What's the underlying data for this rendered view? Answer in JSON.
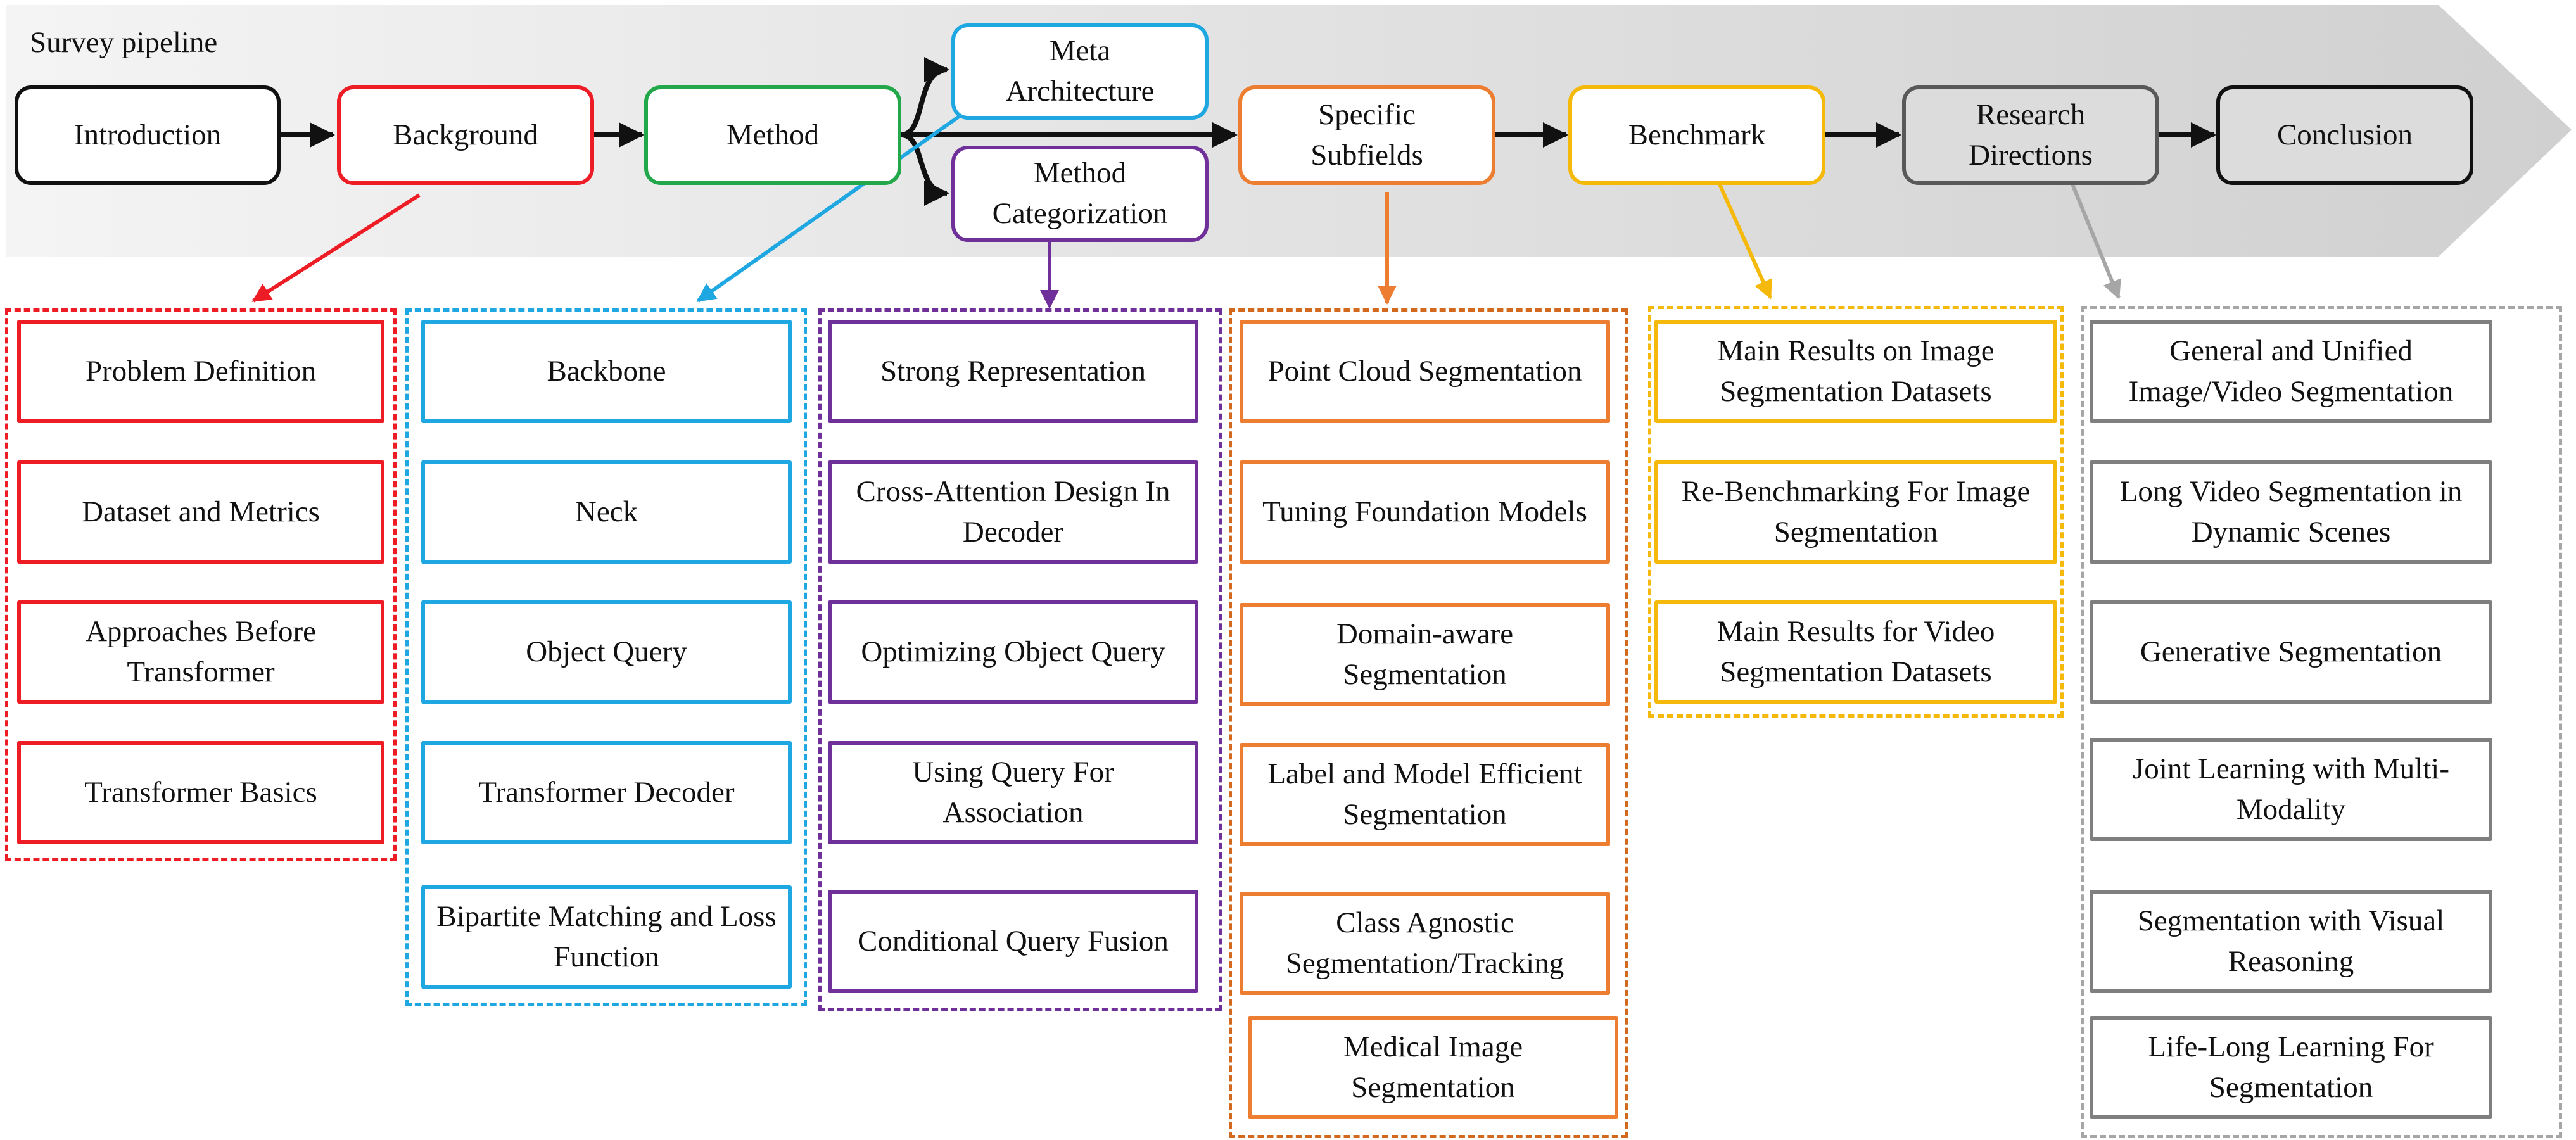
{
  "title": "Survey pipeline",
  "colors": {
    "black": "#111111",
    "red": "#ee1c25",
    "blue": "#1ea7e1",
    "green": "#22a84a",
    "purple": "#6f3199",
    "orange": "#ed7d31",
    "yellow": "#f5b90b",
    "grey": "#7f7f7f",
    "light_grey": "#a6a6a6"
  },
  "pipeline": {
    "introduction": "Introduction",
    "background": "Background",
    "method": "Method",
    "meta_architecture": "Meta Architecture",
    "method_categorization": "Method Categorization",
    "specific_subfields": "Specific Subfields",
    "benchmark": "Benchmark",
    "research_directions": "Research Directions",
    "conclusion": "Conclusion"
  },
  "groups": {
    "background": [
      "Problem Definition",
      "Dataset and Metrics",
      "Approaches Before Transformer",
      "Transformer Basics"
    ],
    "meta_architecture": [
      "Backbone",
      "Neck",
      "Object Query",
      "Transformer Decoder",
      "Bipartite Matching and Loss Function"
    ],
    "method_categorization": [
      "Strong Representation",
      "Cross-Attention Design In Decoder",
      "Optimizing Object Query",
      "Using Query For Association",
      "Conditional Query Fusion"
    ],
    "specific_subfields": [
      "Point Cloud Segmentation",
      "Tuning Foundation Models",
      "Domain-aware Segmentation",
      "Label and Model Efficient Segmentation",
      "Class Agnostic Segmentation/Tracking",
      "Medical Image Segmentation"
    ],
    "benchmark": [
      "Main Results on Image Segmentation Datasets",
      "Re-Benchmarking For Image Segmentation",
      "Main Results for Video Segmentation Datasets"
    ],
    "research_directions": [
      "General and Unified Image/Video Segmentation",
      "Long Video Segmentation in Dynamic Scenes",
      "Generative Segmentation",
      "Joint Learning with Multi-Modality",
      "Segmentation with Visual Reasoning",
      "Life-Long Learning For Segmentation"
    ]
  }
}
